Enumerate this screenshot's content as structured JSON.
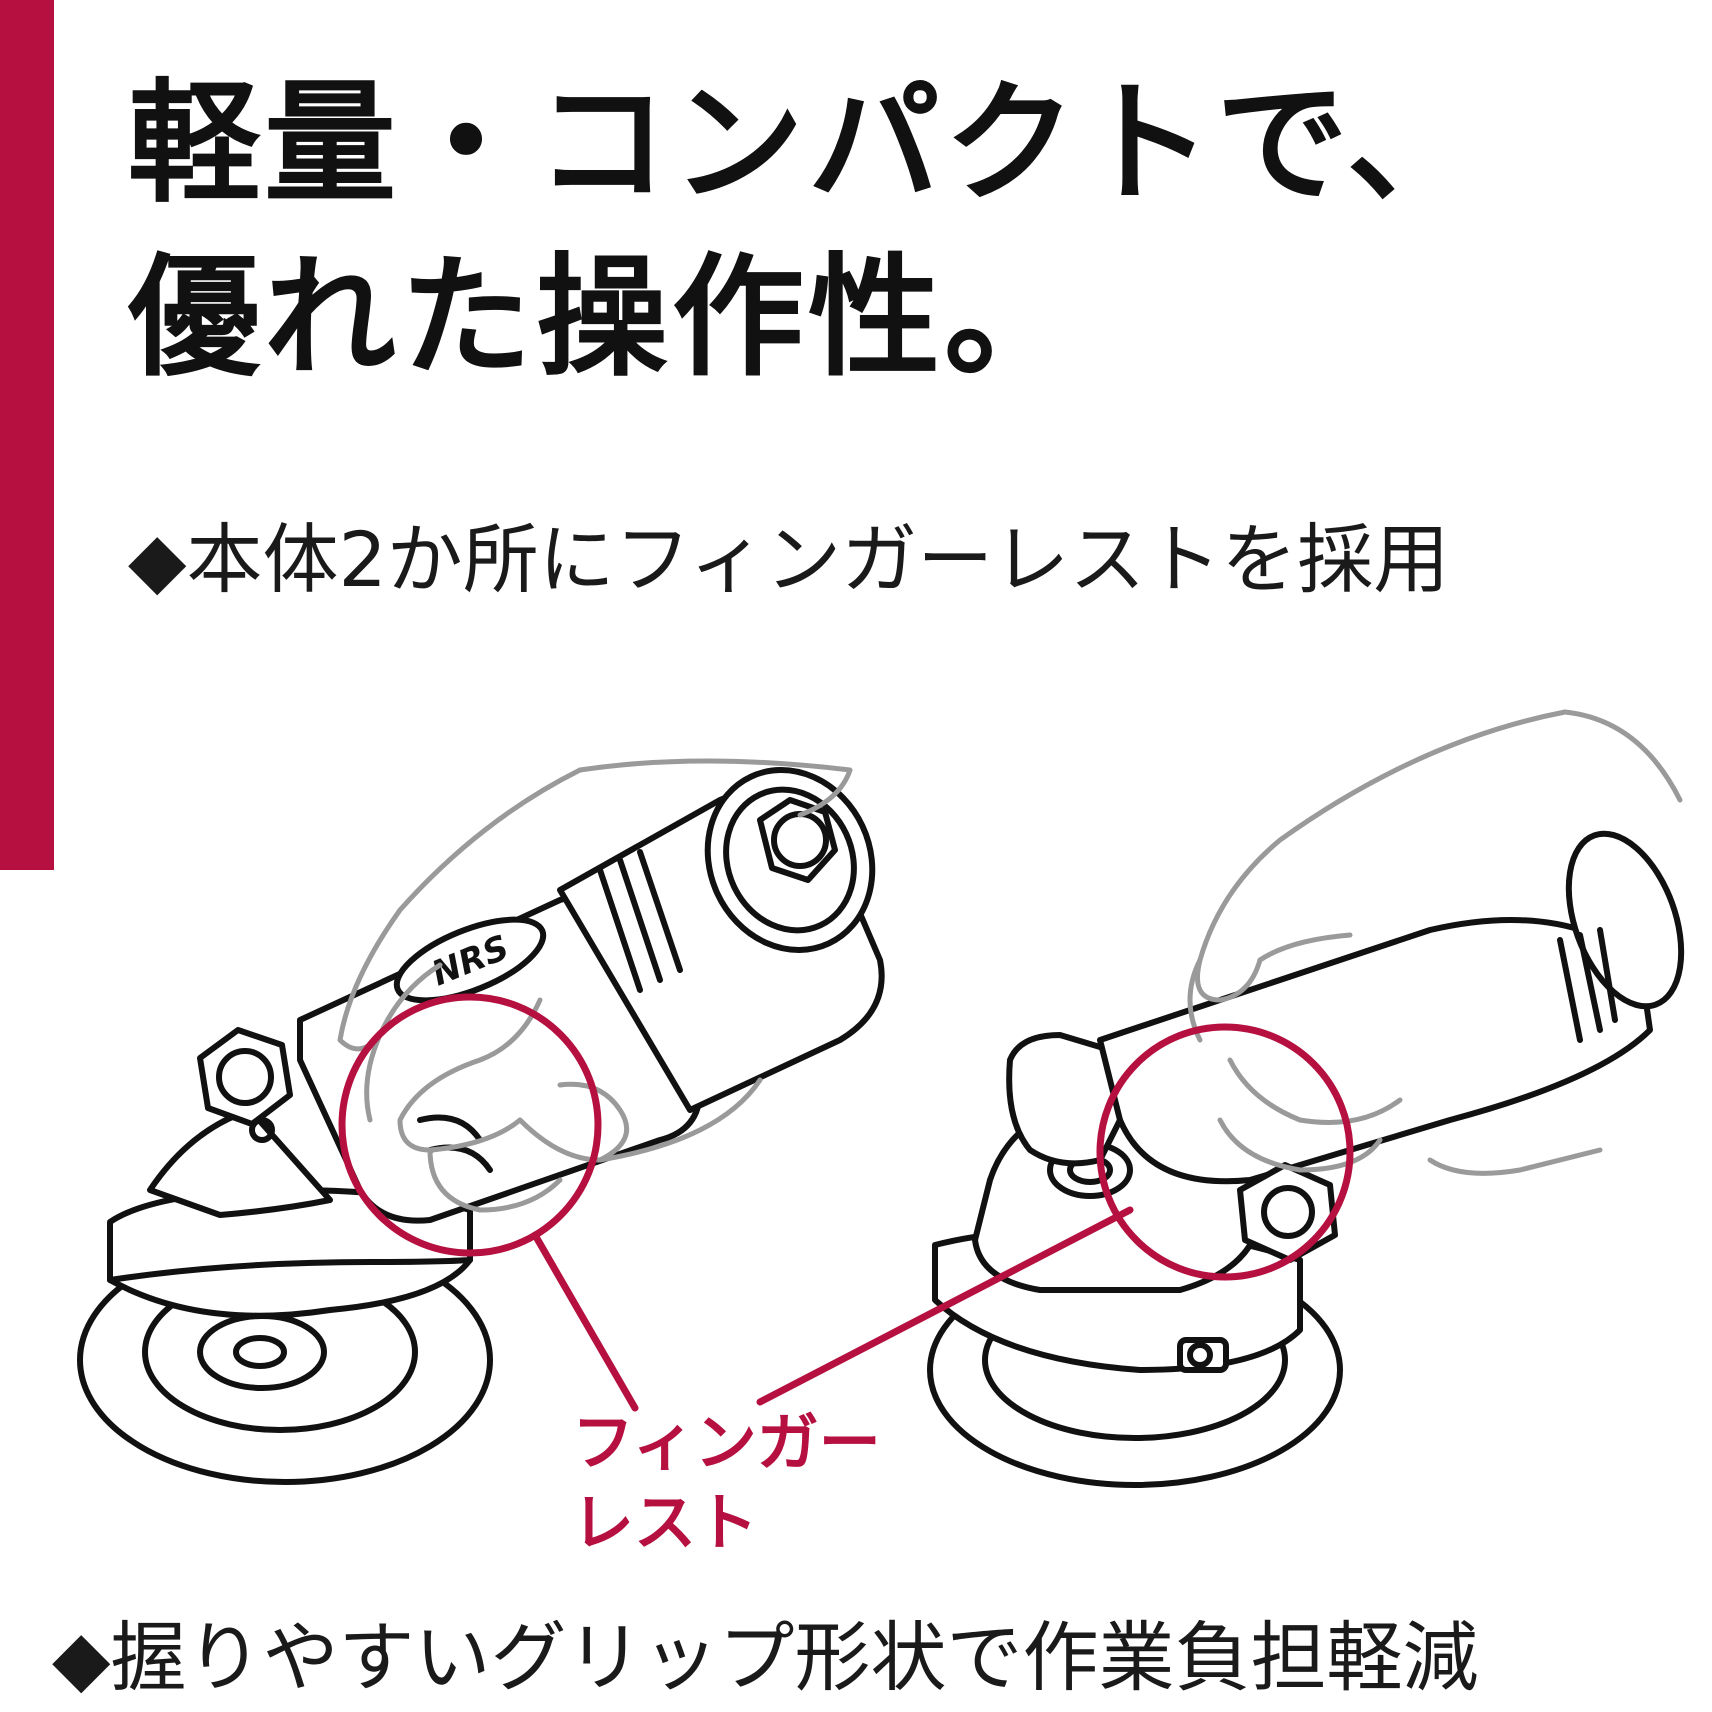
{
  "headline": {
    "line1": "軽量・コンパクトで、",
    "line2": "優れた操作性。"
  },
  "bullets": [
    "◆本体2か所にフィンガーレストを採用",
    "◆握りやすいグリップ形状で作業負担軽減"
  ],
  "callout": {
    "line1": "フィンガー",
    "line2": "レスト"
  },
  "illustration": {
    "logo_text": "NRS"
  },
  "colors": {
    "accent": "#b5103f",
    "text": "#111111",
    "hand_outline": "#9a9a9a",
    "tool_outline": "#111111"
  }
}
